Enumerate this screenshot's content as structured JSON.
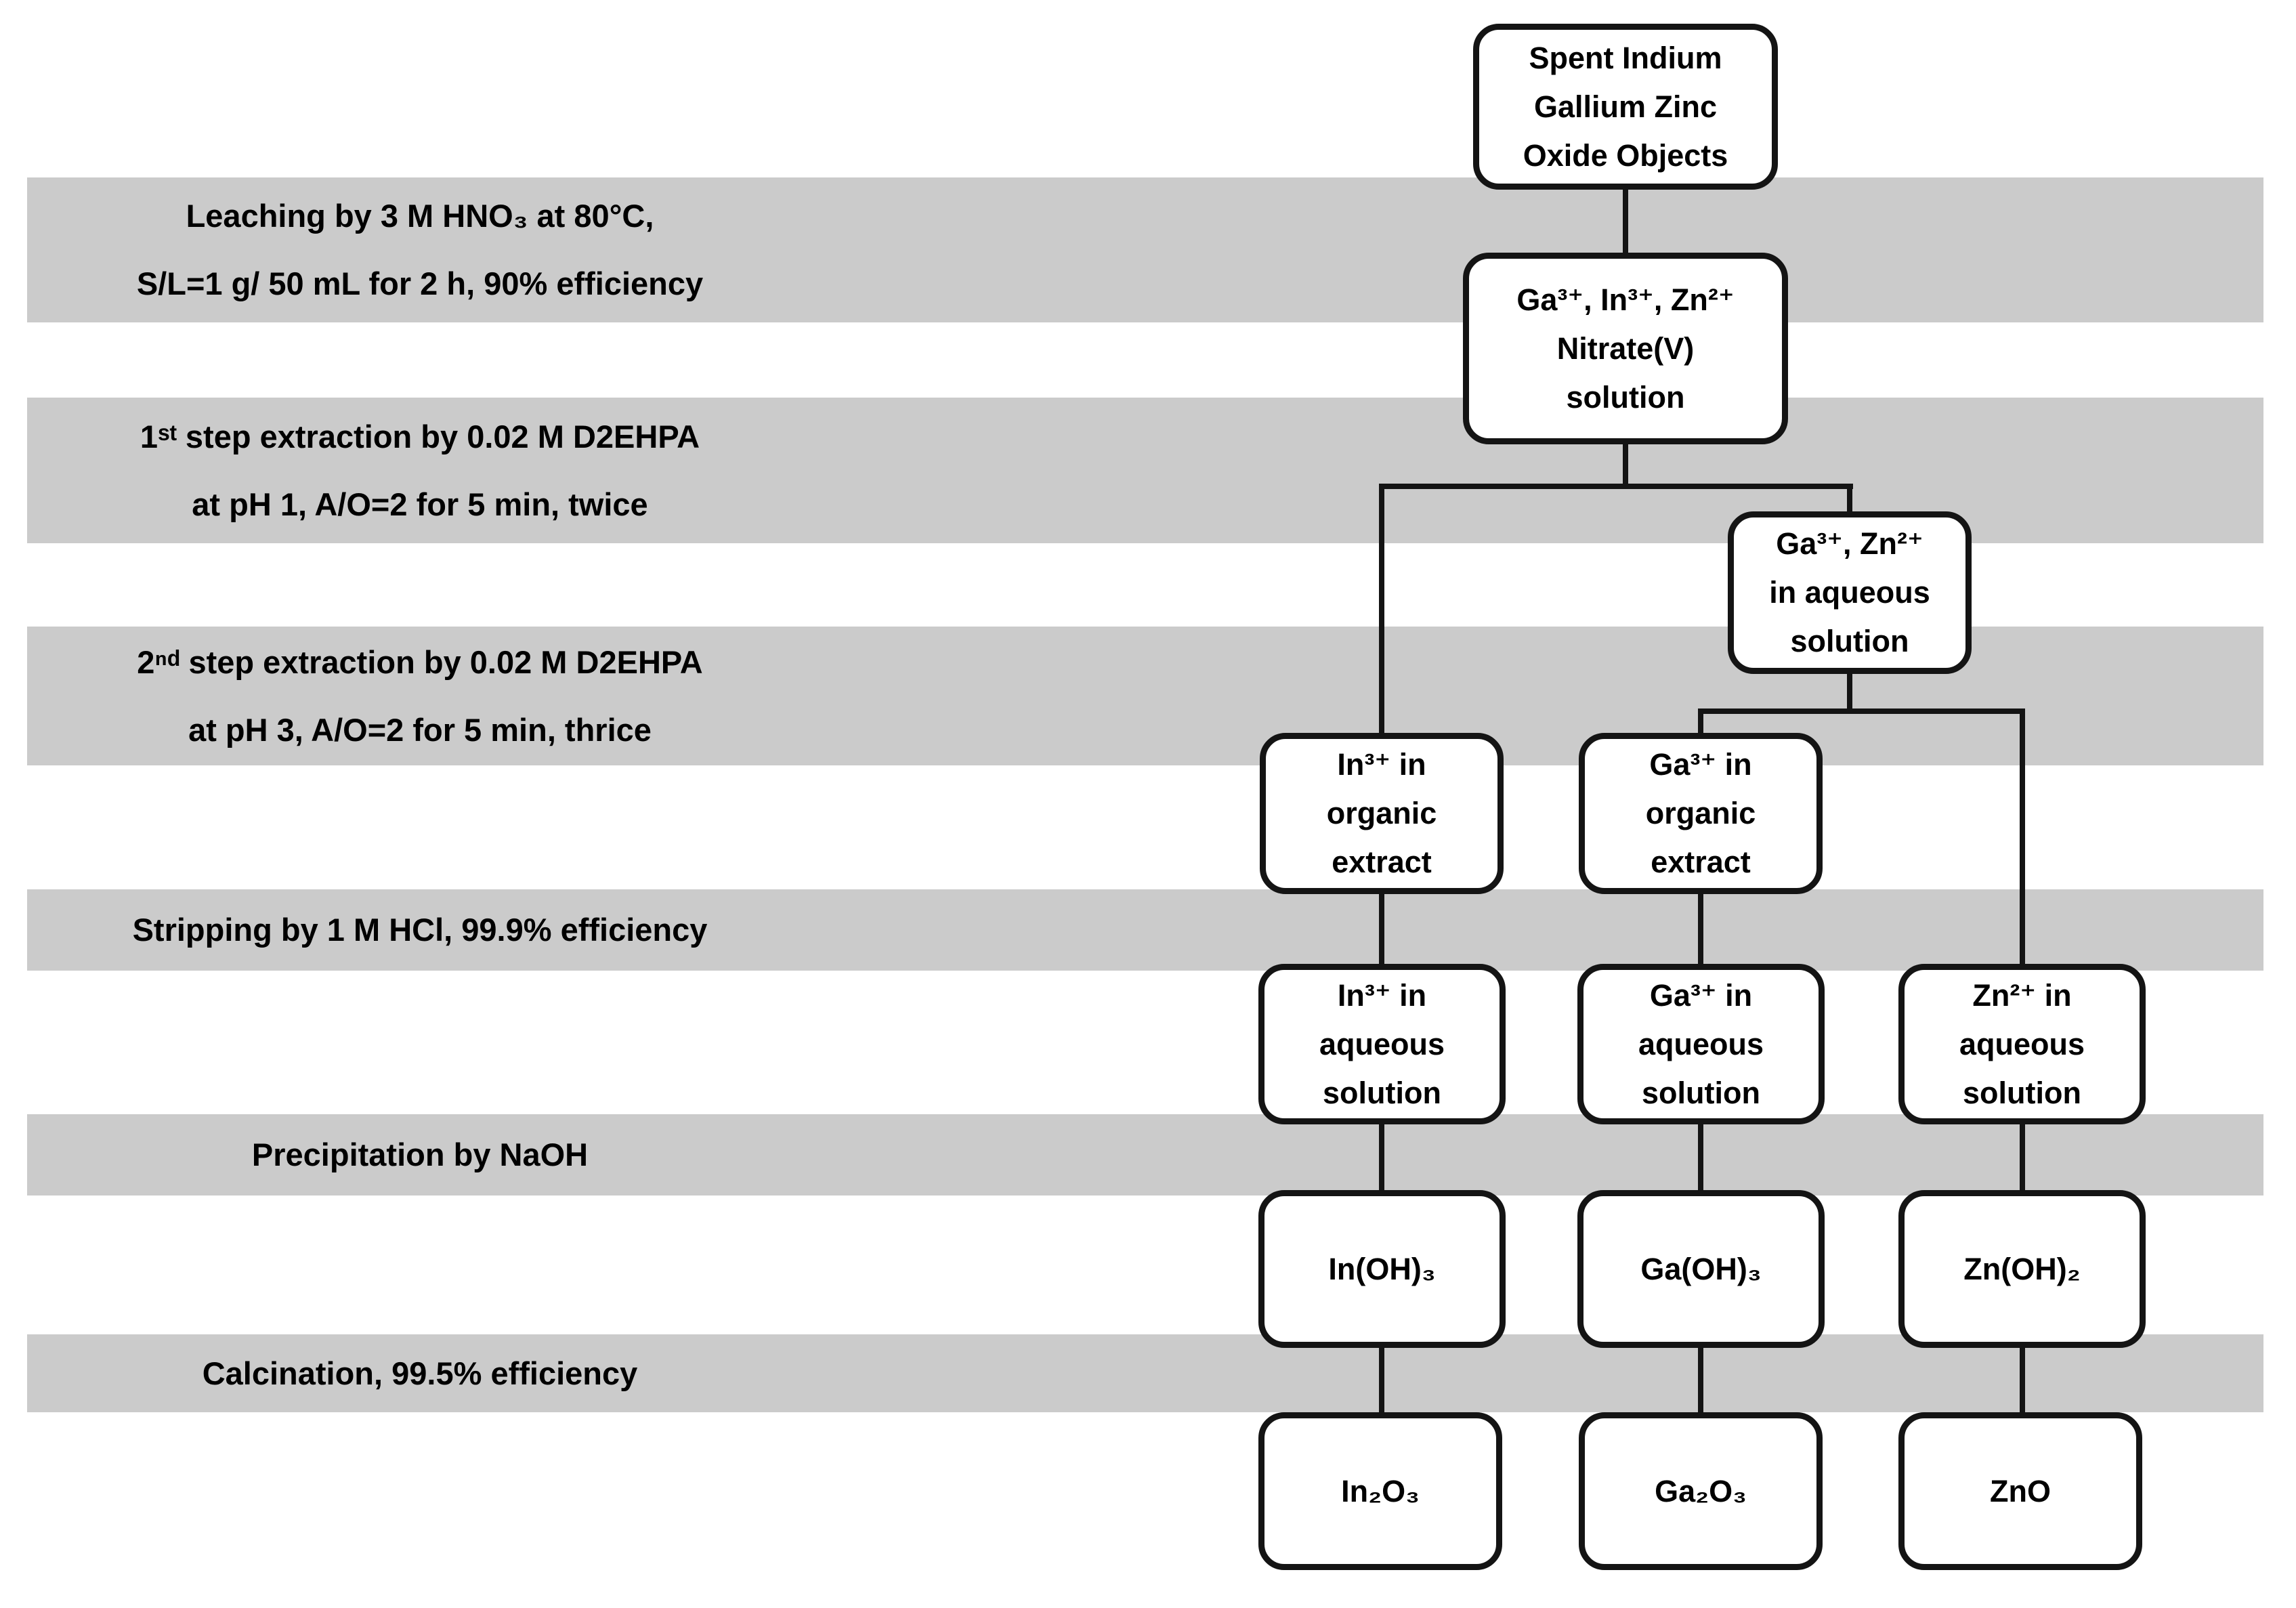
{
  "diagram": {
    "type": "process-flowchart",
    "colors": {
      "band_fill": "#cbcbcb",
      "box_fill": "#ffffff",
      "box_border": "#141414",
      "connector": "#141414",
      "text": "#000000",
      "background": "#ffffff"
    },
    "bands": [
      {
        "name": "leaching",
        "label": "Leaching by 3 M HNO₃ at 80°C,\nS/L=1 g/ 50 mL for 2 h, 90% efficiency"
      },
      {
        "name": "extraction-step-1",
        "label": "1ˢᵗ step extraction by 0.02 M D2EHPA\nat pH 1, A/O=2 for 5 min, twice"
      },
      {
        "name": "extraction-step-2",
        "label": "2ⁿᵈ step extraction by 0.02 M D2EHPA\nat pH 3, A/O=2 for 5 min, thrice"
      },
      {
        "name": "stripping",
        "label": "Stripping by 1 M HCl, 99.9% efficiency"
      },
      {
        "name": "precipitation",
        "label": "Precipitation by NaOH"
      },
      {
        "name": "calcination",
        "label": "Calcination, 99.5% efficiency"
      }
    ],
    "nodes": [
      {
        "name": "spent-igzo",
        "label": "Spent Indium\nGallium Zinc\nOxide Objects"
      },
      {
        "name": "nitrate-solution",
        "label": "Ga³⁺, In³⁺, Zn²⁺\nNitrate(V)\nsolution"
      },
      {
        "name": "ga-zn-aqueous",
        "label": "Ga³⁺, Zn²⁺\nin aqueous\nsolution"
      },
      {
        "name": "in-organic-extract",
        "label": "In³⁺ in\norganic\nextract"
      },
      {
        "name": "ga-organic-extract",
        "label": "Ga³⁺ in\norganic\nextract"
      },
      {
        "name": "in-aqueous-solution",
        "label": "In³⁺ in\naqueous\nsolution"
      },
      {
        "name": "ga-aqueous-solution",
        "label": "Ga³⁺ in\naqueous\nsolution"
      },
      {
        "name": "zn-aqueous-solution",
        "label": "Zn²⁺ in\naqueous\nsolution"
      },
      {
        "name": "in-hydroxide",
        "label": "In(OH)₃"
      },
      {
        "name": "ga-hydroxide",
        "label": "Ga(OH)₃"
      },
      {
        "name": "zn-hydroxide",
        "label": "Zn(OH)₂"
      },
      {
        "name": "in-oxide",
        "label": "In₂O₃"
      },
      {
        "name": "ga-oxide",
        "label": "Ga₂O₃"
      },
      {
        "name": "zn-oxide",
        "label": "ZnO"
      }
    ],
    "edges": [
      {
        "from": "spent-igzo",
        "to": "nitrate-solution"
      },
      {
        "from": "nitrate-solution",
        "to": "in-organic-extract"
      },
      {
        "from": "nitrate-solution",
        "to": "ga-zn-aqueous"
      },
      {
        "from": "ga-zn-aqueous",
        "to": "ga-organic-extract"
      },
      {
        "from": "ga-zn-aqueous",
        "to": "zn-aqueous-solution"
      },
      {
        "from": "in-organic-extract",
        "to": "in-aqueous-solution"
      },
      {
        "from": "ga-organic-extract",
        "to": "ga-aqueous-solution"
      },
      {
        "from": "in-aqueous-solution",
        "to": "in-hydroxide"
      },
      {
        "from": "ga-aqueous-solution",
        "to": "ga-hydroxide"
      },
      {
        "from": "zn-aqueous-solution",
        "to": "zn-hydroxide"
      },
      {
        "from": "in-hydroxide",
        "to": "in-oxide"
      },
      {
        "from": "ga-hydroxide",
        "to": "ga-oxide"
      },
      {
        "from": "zn-hydroxide",
        "to": "zn-oxide"
      }
    ]
  }
}
